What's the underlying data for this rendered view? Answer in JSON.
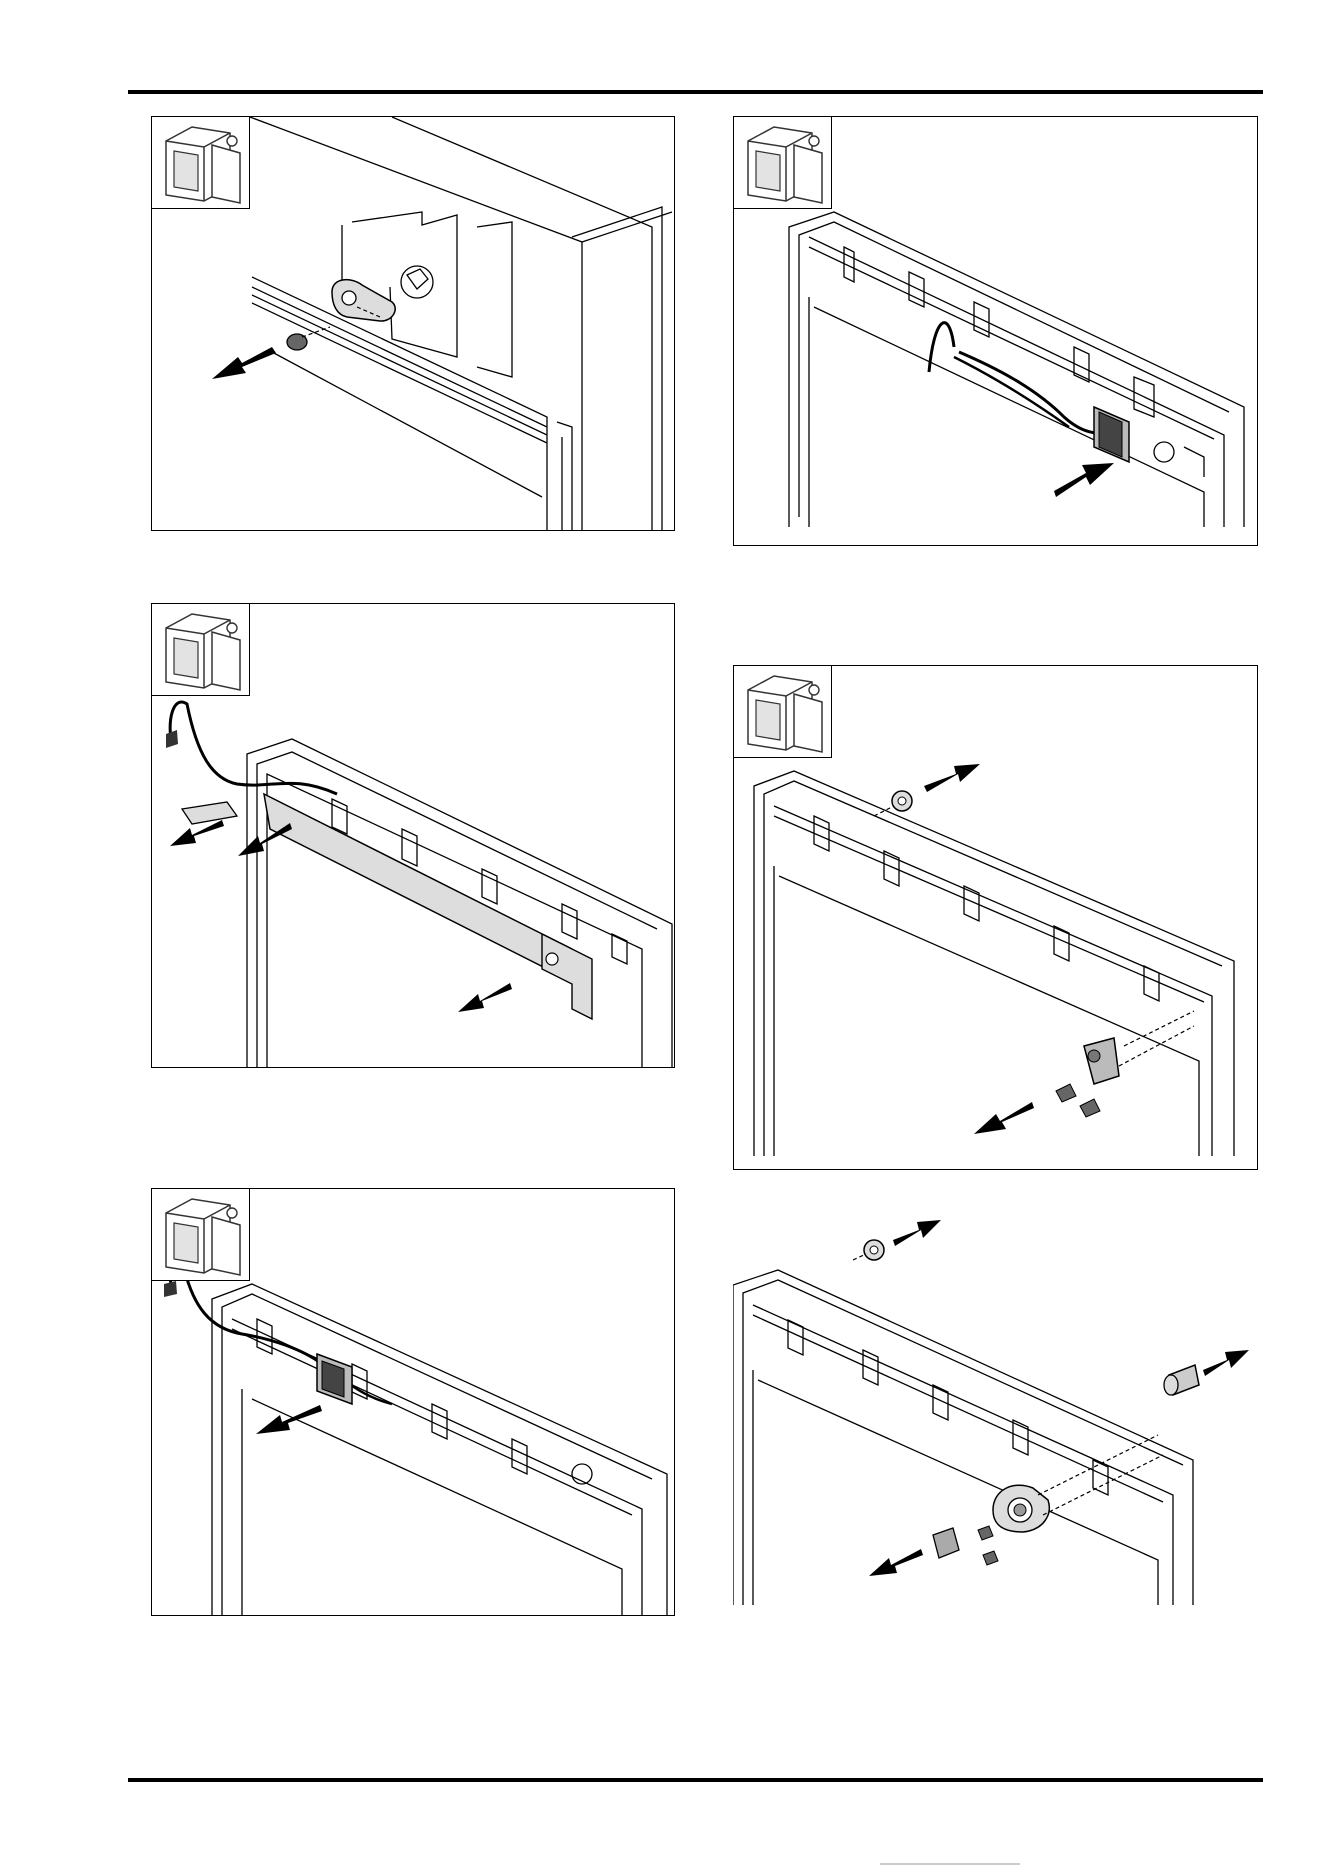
{
  "page": {
    "figures": [
      {
        "id": "fig-left-1",
        "icon": "fridge-door-icon",
        "action": "remove-screw-and-hinge-cover"
      },
      {
        "id": "fig-right-1",
        "icon": "fridge-door-icon",
        "action": "insert-connector"
      },
      {
        "id": "fig-left-2",
        "icon": "fridge-door-icon",
        "action": "remove-cable-and-trim-strip"
      },
      {
        "id": "fig-right-2",
        "icon": "fridge-door-icon",
        "action": "remove-hinge-bracket-and-cap"
      },
      {
        "id": "fig-left-3",
        "icon": "fridge-door-icon",
        "action": "pull-connector"
      },
      {
        "id": "fig-right-3",
        "icon": "",
        "action": "remove-bearing-and-pins"
      }
    ],
    "colors": {
      "ink": "#000000",
      "fill": "#d9d9d9",
      "paper": "#ffffff"
    }
  }
}
